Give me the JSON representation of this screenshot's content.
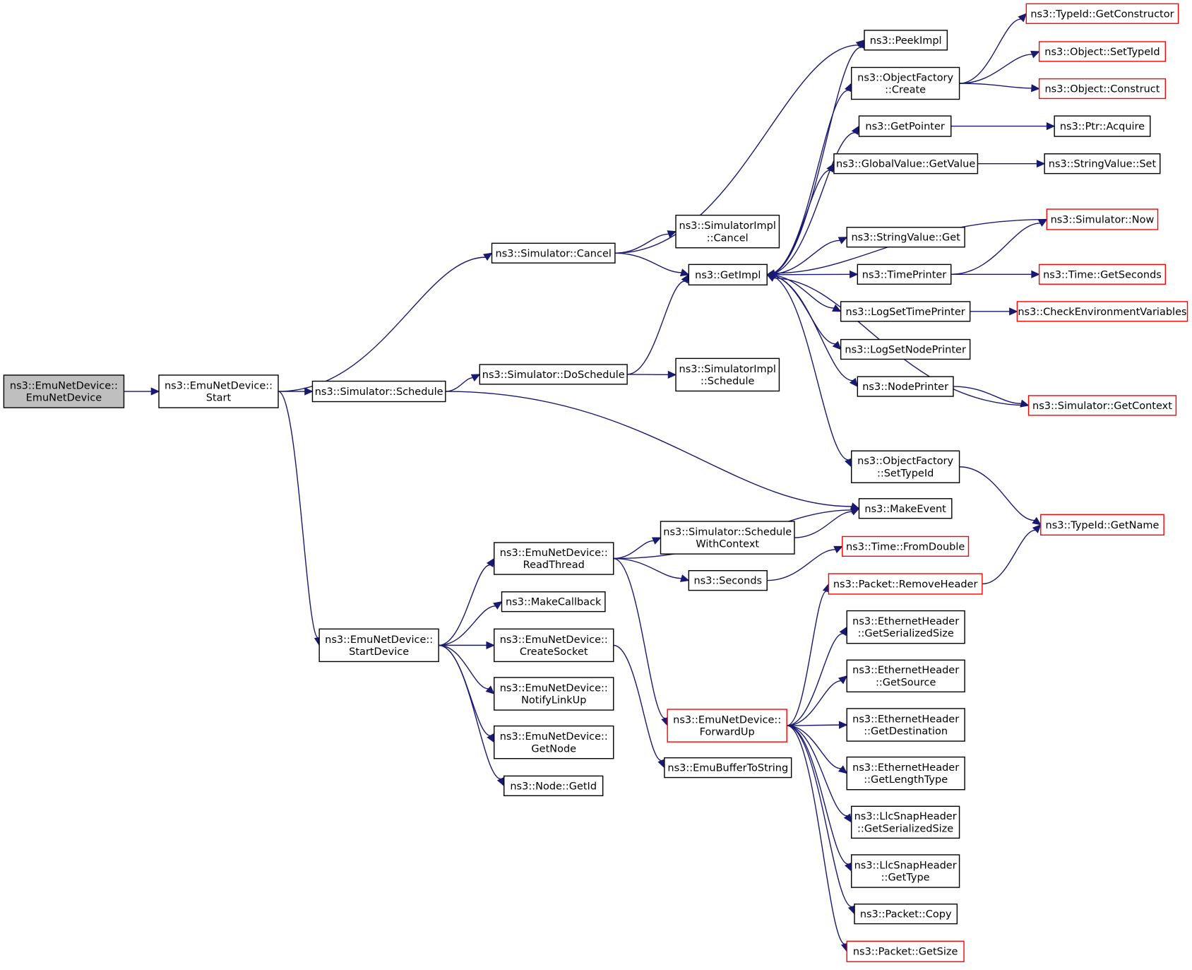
{
  "colors": {
    "edge": "#191970",
    "node_border": "#000000",
    "truncated_border": "#ff0000",
    "root_fill": "#bfbfbf"
  },
  "nodes": [
    {
      "id": "n0",
      "lines": [
        "ns3::EmuNetDevice::",
        "EmuNetDevice"
      ],
      "kind": "root"
    },
    {
      "id": "n1",
      "lines": [
        "ns3::EmuNetDevice::",
        "Start"
      ],
      "kind": "normal"
    },
    {
      "id": "n2",
      "lines": [
        "ns3::Simulator::Cancel"
      ],
      "kind": "normal"
    },
    {
      "id": "n3",
      "lines": [
        "ns3::Simulator::Schedule"
      ],
      "kind": "normal"
    },
    {
      "id": "n4",
      "lines": [
        "ns3::EmuNetDevice::",
        "StartDevice"
      ],
      "kind": "normal"
    },
    {
      "id": "n5",
      "lines": [
        "ns3::SimulatorImpl",
        "::Cancel"
      ],
      "kind": "normal"
    },
    {
      "id": "n6",
      "lines": [
        "ns3::GetImpl"
      ],
      "kind": "normal"
    },
    {
      "id": "n7",
      "lines": [
        "ns3::PeekImpl"
      ],
      "kind": "normal"
    },
    {
      "id": "n8",
      "lines": [
        "ns3::Simulator::DoSchedule"
      ],
      "kind": "normal"
    },
    {
      "id": "n9",
      "lines": [
        "ns3::SimulatorImpl",
        "::Schedule"
      ],
      "kind": "normal"
    },
    {
      "id": "n10",
      "lines": [
        "ns3::MakeEvent"
      ],
      "kind": "normal"
    },
    {
      "id": "n11",
      "lines": [
        "ns3::ObjectFactory",
        "::Create"
      ],
      "kind": "normal"
    },
    {
      "id": "n12",
      "lines": [
        "ns3::GetPointer"
      ],
      "kind": "normal"
    },
    {
      "id": "n13",
      "lines": [
        "ns3::GlobalValue::GetValue"
      ],
      "kind": "normal"
    },
    {
      "id": "n14",
      "lines": [
        "ns3::StringValue::Get"
      ],
      "kind": "normal"
    },
    {
      "id": "n15",
      "lines": [
        "ns3::TimePrinter"
      ],
      "kind": "normal"
    },
    {
      "id": "n16",
      "lines": [
        "ns3::LogSetTimePrinter"
      ],
      "kind": "normal"
    },
    {
      "id": "n17",
      "lines": [
        "ns3::LogSetNodePrinter"
      ],
      "kind": "normal"
    },
    {
      "id": "n18",
      "lines": [
        "ns3::NodePrinter"
      ],
      "kind": "normal"
    },
    {
      "id": "n19",
      "lines": [
        "ns3::ObjectFactory",
        "::SetTypeId"
      ],
      "kind": "normal"
    },
    {
      "id": "n20",
      "lines": [
        "ns3::TypeId::GetConstructor"
      ],
      "kind": "red"
    },
    {
      "id": "n21",
      "lines": [
        "ns3::Object::SetTypeId"
      ],
      "kind": "red"
    },
    {
      "id": "n22",
      "lines": [
        "ns3::Object::Construct"
      ],
      "kind": "red"
    },
    {
      "id": "n23",
      "lines": [
        "ns3::Ptr::Acquire"
      ],
      "kind": "normal"
    },
    {
      "id": "n24",
      "lines": [
        "ns3::StringValue::Set"
      ],
      "kind": "normal"
    },
    {
      "id": "n25",
      "lines": [
        "ns3::Simulator::Now"
      ],
      "kind": "red"
    },
    {
      "id": "n26",
      "lines": [
        "ns3::Time::GetSeconds"
      ],
      "kind": "red"
    },
    {
      "id": "n27",
      "lines": [
        "ns3::CheckEnvironmentVariables"
      ],
      "kind": "red"
    },
    {
      "id": "n28",
      "lines": [
        "ns3::Simulator::GetContext"
      ],
      "kind": "red"
    },
    {
      "id": "n29",
      "lines": [
        "ns3::TypeId::GetName"
      ],
      "kind": "red"
    },
    {
      "id": "n30",
      "lines": [
        "ns3::EmuNetDevice::",
        "ReadThread"
      ],
      "kind": "normal"
    },
    {
      "id": "n31",
      "lines": [
        "ns3::MakeCallback"
      ],
      "kind": "normal"
    },
    {
      "id": "n32",
      "lines": [
        "ns3::EmuNetDevice::",
        "CreateSocket"
      ],
      "kind": "normal"
    },
    {
      "id": "n33",
      "lines": [
        "ns3::EmuNetDevice::",
        "NotifyLinkUp"
      ],
      "kind": "normal"
    },
    {
      "id": "n34",
      "lines": [
        "ns3::EmuNetDevice::",
        "GetNode"
      ],
      "kind": "normal"
    },
    {
      "id": "n35",
      "lines": [
        "ns3::Node::GetId"
      ],
      "kind": "normal"
    },
    {
      "id": "n36",
      "lines": [
        "ns3::Simulator::Schedule",
        "WithContext"
      ],
      "kind": "normal"
    },
    {
      "id": "n37",
      "lines": [
        "ns3::Seconds"
      ],
      "kind": "normal"
    },
    {
      "id": "n38",
      "lines": [
        "ns3::EmuNetDevice::",
        "ForwardUp"
      ],
      "kind": "red"
    },
    {
      "id": "n39",
      "lines": [
        "ns3::EmuBufferToString"
      ],
      "kind": "normal"
    },
    {
      "id": "n40",
      "lines": [
        "ns3::Time::FromDouble"
      ],
      "kind": "red"
    },
    {
      "id": "n41",
      "lines": [
        "ns3::Packet::RemoveHeader"
      ],
      "kind": "red"
    },
    {
      "id": "n42",
      "lines": [
        "ns3::EthernetHeader",
        "::GetSerializedSize"
      ],
      "kind": "normal"
    },
    {
      "id": "n43",
      "lines": [
        "ns3::EthernetHeader",
        "::GetSource"
      ],
      "kind": "normal"
    },
    {
      "id": "n44",
      "lines": [
        "ns3::EthernetHeader",
        "::GetDestination"
      ],
      "kind": "normal"
    },
    {
      "id": "n45",
      "lines": [
        "ns3::EthernetHeader",
        "::GetLengthType"
      ],
      "kind": "normal"
    },
    {
      "id": "n46",
      "lines": [
        "ns3::LlcSnapHeader",
        "::GetSerializedSize"
      ],
      "kind": "normal"
    },
    {
      "id": "n47",
      "lines": [
        "ns3::LlcSnapHeader",
        "::GetType"
      ],
      "kind": "normal"
    },
    {
      "id": "n48",
      "lines": [
        "ns3::Packet::Copy"
      ],
      "kind": "normal"
    },
    {
      "id": "n49",
      "lines": [
        "ns3::Packet::GetSize"
      ],
      "kind": "red"
    }
  ],
  "edges": [
    [
      "n0",
      "n1"
    ],
    [
      "n1",
      "n2"
    ],
    [
      "n1",
      "n3"
    ],
    [
      "n1",
      "n4"
    ],
    [
      "n2",
      "n5"
    ],
    [
      "n2",
      "n6"
    ],
    [
      "n2",
      "n7"
    ],
    [
      "n3",
      "n8"
    ],
    [
      "n3",
      "n10"
    ],
    [
      "n8",
      "n6"
    ],
    [
      "n8",
      "n9"
    ],
    [
      "n6",
      "n7"
    ],
    [
      "n6",
      "n11"
    ],
    [
      "n6",
      "n12"
    ],
    [
      "n6",
      "n13"
    ],
    [
      "n6",
      "n14"
    ],
    [
      "n6",
      "n15"
    ],
    [
      "n6",
      "n16"
    ],
    [
      "n6",
      "n17"
    ],
    [
      "n6",
      "n18"
    ],
    [
      "n6",
      "n19"
    ],
    [
      "n11",
      "n20"
    ],
    [
      "n11",
      "n21"
    ],
    [
      "n11",
      "n22"
    ],
    [
      "n12",
      "n23"
    ],
    [
      "n13",
      "n24"
    ],
    [
      "n25",
      "n6"
    ],
    [
      "n15",
      "n25"
    ],
    [
      "n15",
      "n26"
    ],
    [
      "n16",
      "n27"
    ],
    [
      "n18",
      "n28"
    ],
    [
      "n28",
      "n6"
    ],
    [
      "n19",
      "n29"
    ],
    [
      "n4",
      "n30"
    ],
    [
      "n4",
      "n31"
    ],
    [
      "n4",
      "n32"
    ],
    [
      "n4",
      "n33"
    ],
    [
      "n4",
      "n34"
    ],
    [
      "n4",
      "n35"
    ],
    [
      "n30",
      "n10"
    ],
    [
      "n30",
      "n36"
    ],
    [
      "n30",
      "n37"
    ],
    [
      "n30",
      "n38"
    ],
    [
      "n36",
      "n10"
    ],
    [
      "n37",
      "n40"
    ],
    [
      "n32",
      "n39"
    ],
    [
      "n38",
      "n41"
    ],
    [
      "n41",
      "n29"
    ],
    [
      "n38",
      "n42"
    ],
    [
      "n38",
      "n43"
    ],
    [
      "n38",
      "n44"
    ],
    [
      "n38",
      "n45"
    ],
    [
      "n38",
      "n46"
    ],
    [
      "n38",
      "n47"
    ],
    [
      "n38",
      "n48"
    ],
    [
      "n38",
      "n49"
    ]
  ]
}
